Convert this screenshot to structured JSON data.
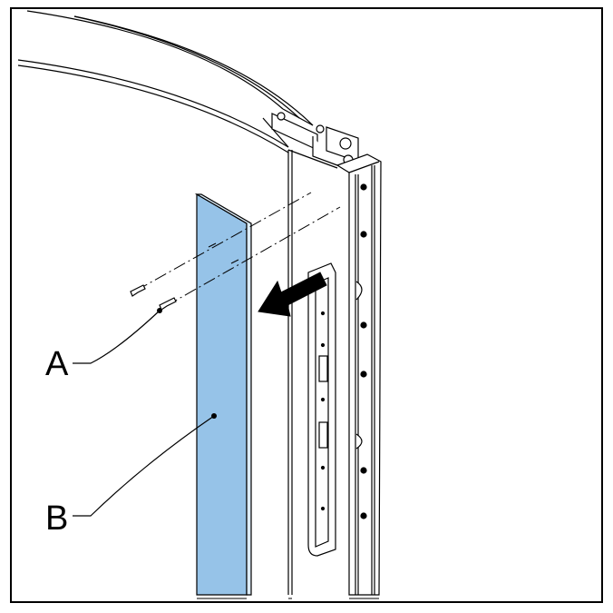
{
  "figure": {
    "callouts": [
      {
        "id": "A",
        "label": "A"
      },
      {
        "id": "B",
        "label": "B"
      }
    ],
    "colors": {
      "panel_fill": "#96c3e8",
      "line": "#000000",
      "background": "#ffffff"
    },
    "icons": [
      "screw-icon",
      "arrow-left-icon",
      "hinge-icon"
    ]
  }
}
